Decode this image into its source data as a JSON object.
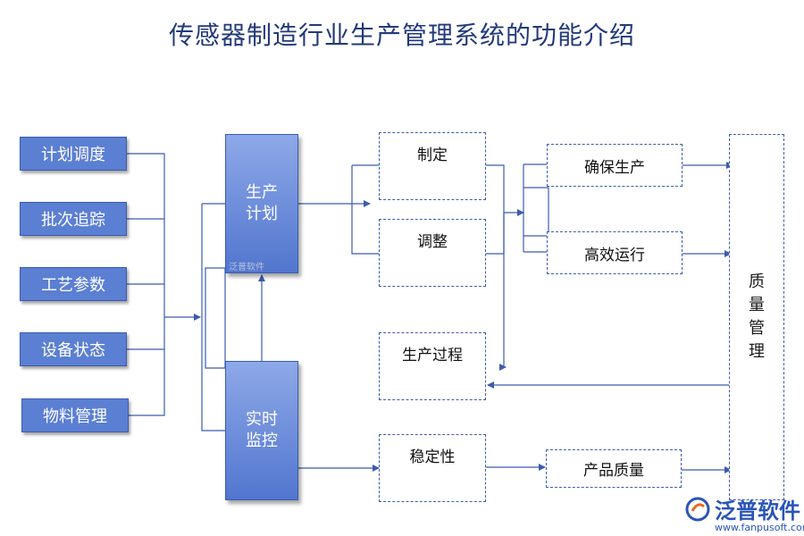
{
  "title": "传感器制造行业生产管理系统的功能介绍",
  "inputs": [
    "计划调度",
    "批次追踪",
    "工艺参数",
    "设备状态",
    "物料管理"
  ],
  "production_plan": "生产计划",
  "realtime_monitor": "实时监控",
  "steps": {
    "formulate": "制定",
    "adjust": "调整",
    "process": "生产过程",
    "stability": "稳定性"
  },
  "outcomes": {
    "ensure": "确保生产",
    "efficient": "高效运行",
    "product_quality": "产品质量"
  },
  "quality_mgmt": "质量管理",
  "watermark": "泛普软件",
  "brand": {
    "name": "泛普软件",
    "url": "www.fanpusoft.com",
    "color": "#2a55b8"
  },
  "colors": {
    "box_fill": "#5b7fd2",
    "line": "#3b5cae"
  }
}
